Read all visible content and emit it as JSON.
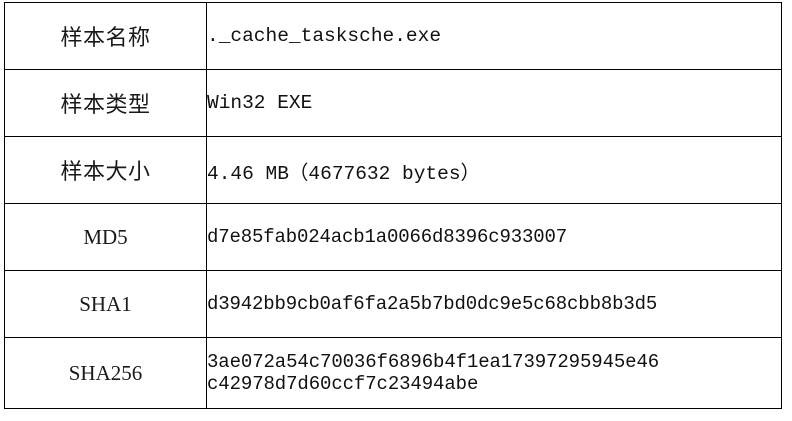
{
  "table": {
    "name": "sample-information-table",
    "columns": [
      "field",
      "value"
    ],
    "rows": [
      {
        "key": "sample-name",
        "label": "样本名称",
        "label_script": "cjk",
        "value": "._cache_tasksche.exe",
        "multiline": false
      },
      {
        "key": "sample-type",
        "label": "样本类型",
        "label_script": "cjk",
        "value": "Win32 EXE",
        "multiline": false
      },
      {
        "key": "sample-size",
        "label": "样本大小",
        "label_script": "cjk",
        "value": "4.46 MB（4677632 bytes）",
        "multiline": false
      },
      {
        "key": "md5",
        "label": "MD5",
        "label_script": "latin",
        "value": "d7e85fab024acb1a0066d8396c933007",
        "multiline": false
      },
      {
        "key": "sha1",
        "label": "SHA1",
        "label_script": "latin",
        "value": "d3942bb9cb0af6fa2a5b7bd0dc9e5c68cbb8b3d5",
        "multiline": false
      },
      {
        "key": "sha256",
        "label": "SHA256",
        "label_script": "latin",
        "value": "3ae072a54c70036f6896b4f1ea17397295945e46c42978d7d60ccf7c23494abe",
        "multiline": true,
        "value_line_1": "3ae072a54c70036f6896b4f1ea17397295945e46",
        "value_line_2": "c42978d7d60ccf7c23494abe"
      }
    ]
  },
  "style": {
    "border_color": "#000000",
    "text_color": "#111111",
    "background": "#ffffff"
  }
}
